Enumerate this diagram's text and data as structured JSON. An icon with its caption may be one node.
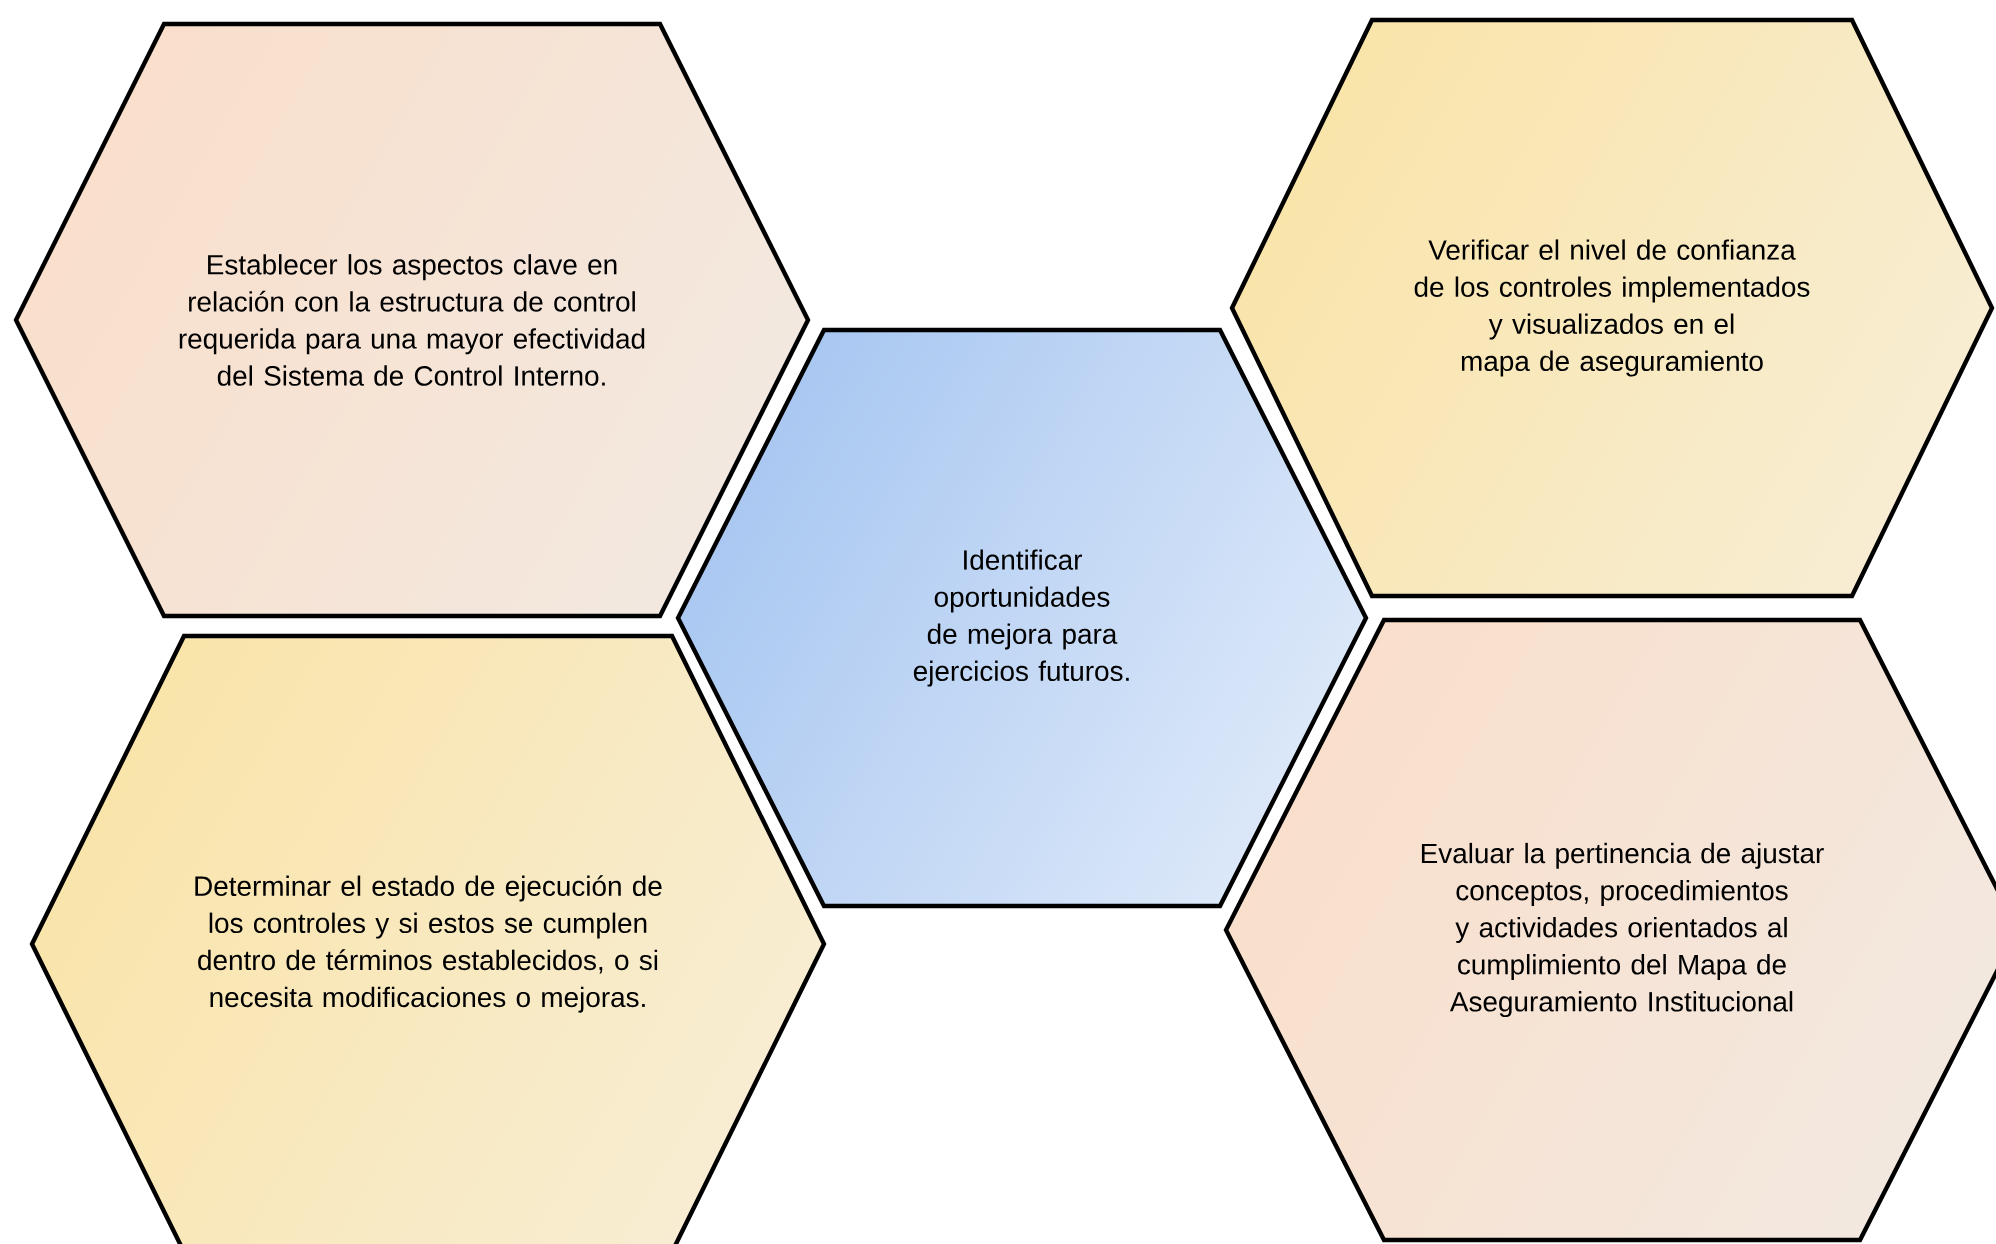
{
  "diagram": {
    "nodes": [
      {
        "text": [
          "Establecer los aspectos clave en relación con la estructura de control requerida para una mayor efectividad del Sistema de Control Interno."
        ]
      },
      {
        "text": [
          "Verificar el nivel de confianza de los controles implementados y visualizados en el mapa de aseguramiento"
        ]
      },
      {
        "text": [
          "Identificar oportunidades de mejora para ejercicios futuros."
        ]
      },
      {
        "text": [
          "Determinar el estado de ejecución de los controles y si estos se cumplen dentro de términos establecidos, o si necesita modificaciones o mejoras."
        ]
      },
      {
        "text": [
          "Evaluar la pertinencia de ajustar conceptos, procedimientos y actividades orientados al cumplimiento del Mapa de Aseguramiento Institucional"
        ]
      }
    ]
  }
}
